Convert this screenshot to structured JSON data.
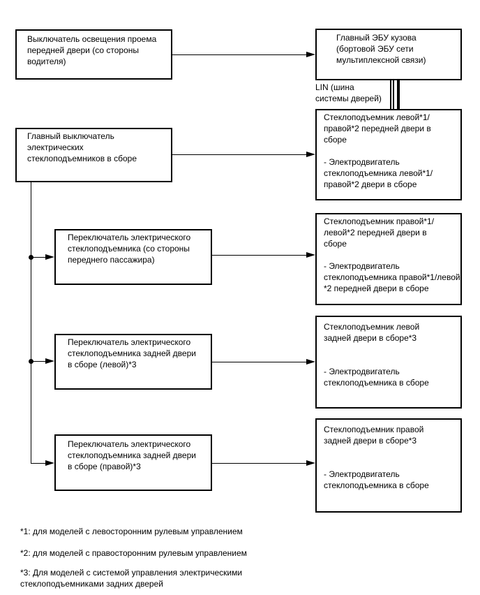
{
  "colors": {
    "line": "#000000",
    "background": "#ffffff"
  },
  "boxes": {
    "courtesy_switch": {
      "text": "Выключатель освещения проема\nпередней двери (со стороны\nводителя)"
    },
    "main_body_ecu": {
      "text": "Главный ЭБУ кузова\n(бортовой ЭБУ сети\nмультиплексной связи)"
    },
    "master_switch": {
      "text": "Главный выключатель\nэлектрических\nстеклоподъемников в сборе"
    },
    "passenger_switch": {
      "text": "Переключатель электрического\nстеклоподъемника (со стороны\nпереднего пассажира)"
    },
    "rear_left_switch": {
      "text": "Переключатель электрического\nстеклоподъемника задней двери\nв сборе (левой)*3"
    },
    "rear_right_switch": {
      "text": "Переключатель электрического\nстеклоподъемника задней двери\nв сборе (правой)*3"
    },
    "front_regulator_lh": {
      "text": "Стеклоподъемник левой*1/\nправой*2 передней двери в\nсборе\n\n- Электродвигатель\nстеклоподъемника левой*1/\nправой*2 двери в сборе"
    },
    "front_regulator_rh": {
      "text": "Стеклоподъемник правой*1/\nлевой*2 передней двери в\nсборе\n\n- Электродвигатель\nстеклоподъемника правой*1/левой\n*2 передней двери в сборе"
    },
    "rear_regulator_lh": {
      "text": "Стеклоподъемник левой\nзадней двери в сборе*3\n\n\n- Электродвигатель\nстеклоподъемника в сборе"
    },
    "rear_regulator_rh": {
      "text": "Стеклоподъемник правой\nзадней двери в сборе*3\n\n\n- Электродвигатель\nстеклоподъемника в сборе"
    }
  },
  "labels": {
    "lin_bus": "LIN (шина\nсистемы дверей)"
  },
  "footnotes": [
    "*1: для моделей с левосторонним рулевым управлением",
    "*2: для моделей с правосторонним рулевым управлением",
    "*3: Для моделей с системой управления электрическими\nстеклоподъемниками задних дверей"
  ]
}
